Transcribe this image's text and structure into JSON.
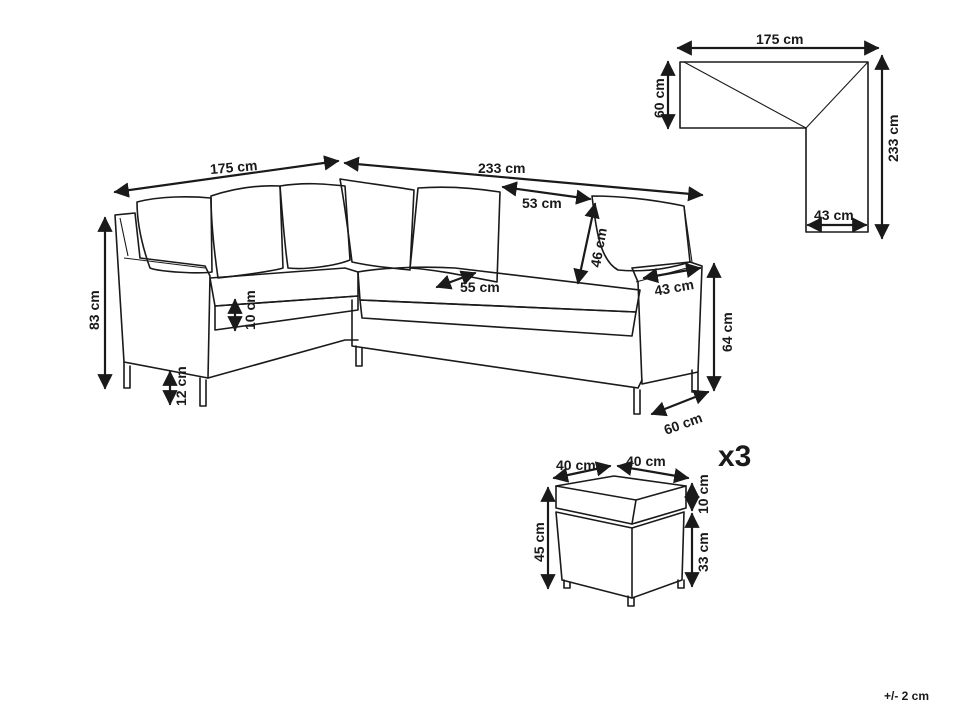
{
  "sofa": {
    "width_left": "175 cm",
    "width_right": "233 cm",
    "cushion_width": "53 cm",
    "cushion_height": "46 cm",
    "seat_depth": "55 cm",
    "arm_width": "43 cm",
    "total_height": "83 cm",
    "seat_thickness": "10 cm",
    "leg_height": "12 cm",
    "seat_height": "64 cm",
    "depth": "60 cm"
  },
  "plan": {
    "top_width": "175 cm",
    "left_depth": "60 cm",
    "right_length": "233 cm",
    "bottom_width": "43 cm"
  },
  "ottoman": {
    "quantity": "x3",
    "width": "40 cm",
    "depth": "40 cm",
    "height": "45 cm",
    "cushion_thickness": "10 cm",
    "base_height": "33 cm"
  },
  "tolerance": "+/- 2 cm",
  "colors": {
    "line": "#1a1a1a",
    "background": "#ffffff"
  }
}
